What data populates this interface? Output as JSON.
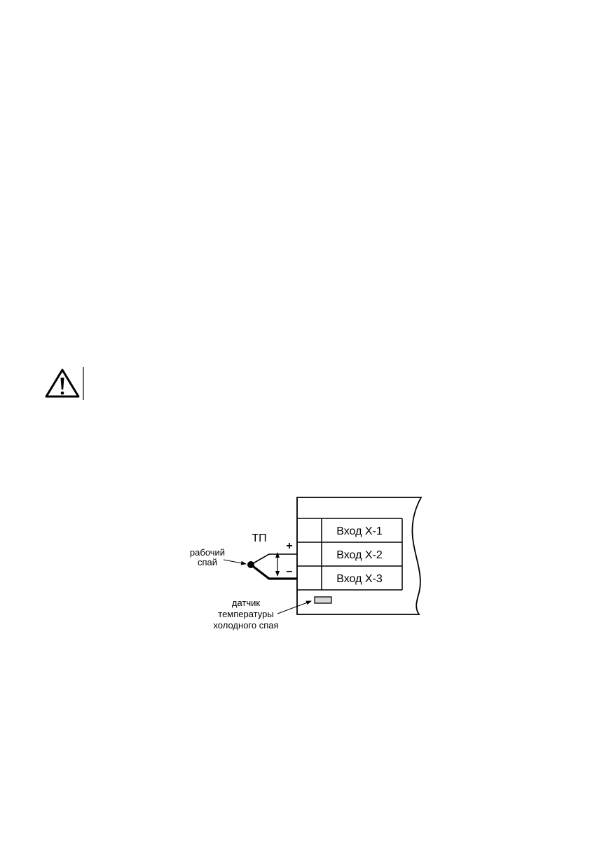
{
  "warning": {
    "icon": "warning-triangle-icon"
  },
  "diagram": {
    "tp_label": "ТП",
    "plus_sign": "+",
    "minus_sign": "–",
    "hot_junction_label": [
      "рабочий",
      "спай"
    ],
    "cold_junction_sensor_label": [
      "датчик",
      "температуры",
      "холодного спая"
    ],
    "inputs": [
      "Вход Х-1",
      "Вход Х-2",
      "Вход Х-3"
    ]
  }
}
